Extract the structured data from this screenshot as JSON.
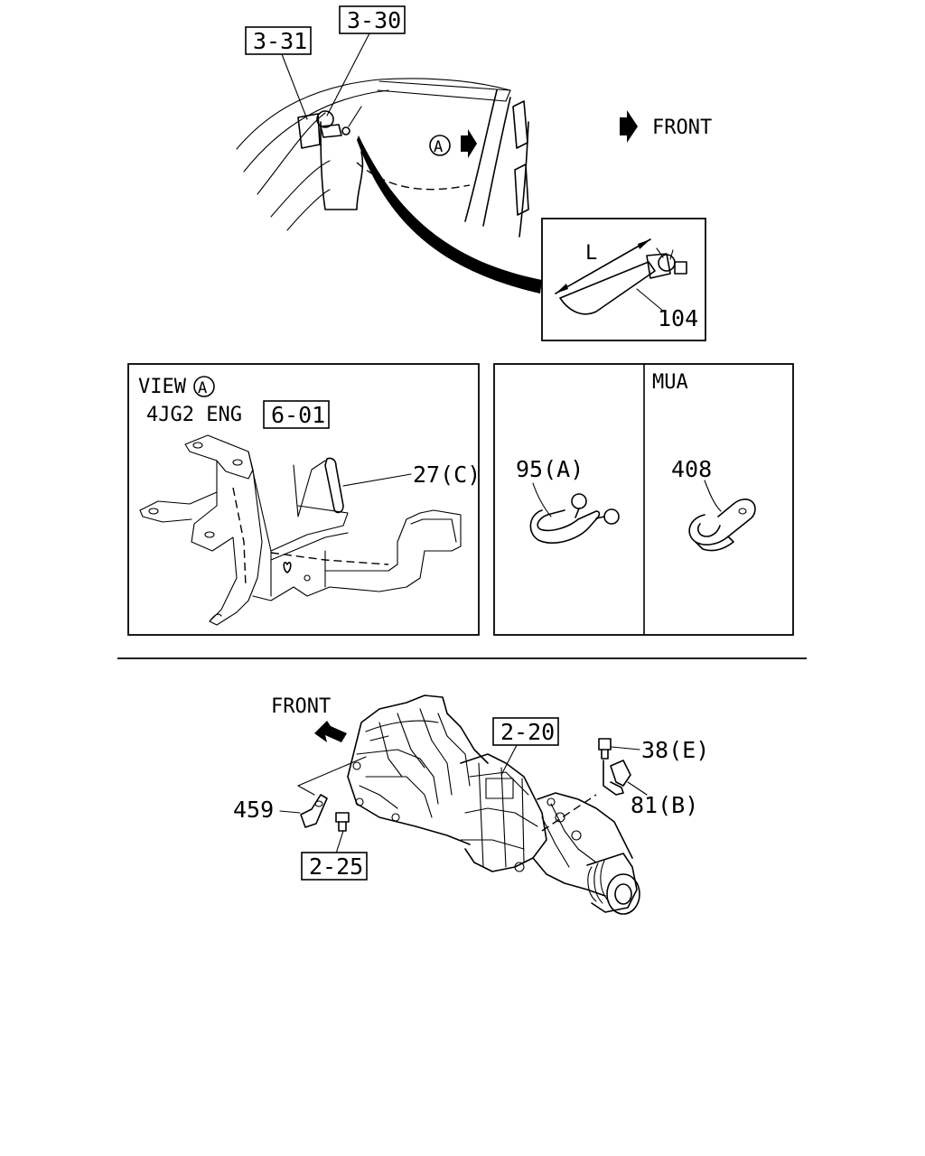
{
  "top_view": {
    "callout_3_31": "3-31",
    "callout_3_30": "3-30",
    "view_marker": "A",
    "front_label": "FRONT",
    "detail": {
      "dimension_label": "L",
      "part_104": "104"
    }
  },
  "view_a_panel": {
    "view_text": "VIEW",
    "view_marker": "A",
    "engine_label": "4JG2 ENG",
    "callout_6_01": "6-01",
    "part_27c": "27(C)"
  },
  "parts_panel": {
    "part_95a": "95(A)",
    "mua_label": "MUA",
    "part_408": "408"
  },
  "transmission_view": {
    "front_label": "FRONT",
    "callout_2_20": "2-20",
    "part_38e": "38(E)",
    "part_81b": "81(B)",
    "part_459": "459",
    "callout_2_25": "2-25"
  }
}
